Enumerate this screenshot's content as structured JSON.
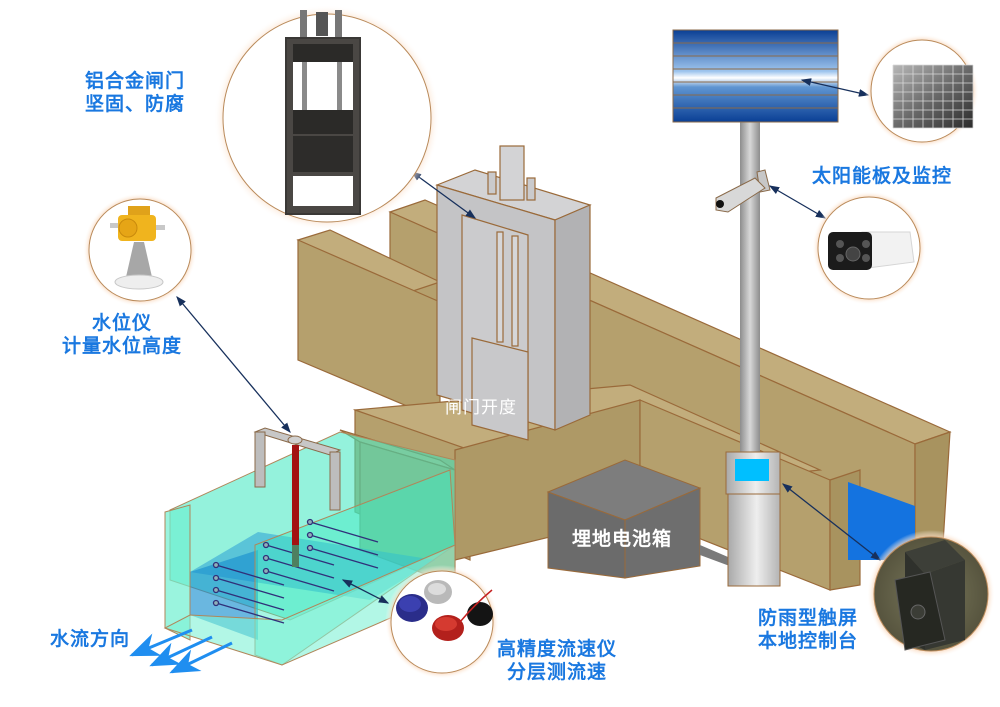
{
  "title": "闸门水位流速监测系统示意图",
  "colors": {
    "label_blue": "#1a78e0",
    "wall_tan": "#b5a06d",
    "wall_edge": "#9a6a3a",
    "water_cyan": "#3de8c0",
    "water_blue": "#2a9fd6",
    "gate_gray": "#c4c4c6",
    "battery_gray": "#6e6e6e",
    "screen_cyan": "#00bfff",
    "outflow_blue": "#1473e0",
    "callout_ring": "#f2b98a",
    "arrow_navy": "#17305c"
  },
  "callouts": {
    "gate": {
      "line1": "铝合金闸门",
      "line2": "坚固、防腐",
      "icon": "sluice-gate-photo"
    },
    "water_level": {
      "line1": "水位仪",
      "line2": "计量水位高度",
      "icon": "radar-level-gauge-photo"
    },
    "solar": {
      "line1": "太阳能板及监控",
      "icon_panel": "solar-panel-photo",
      "icon_camera": "security-camera-photo"
    },
    "velocity": {
      "line1": "高精度流速仪",
      "line2": "分层测流速",
      "icon": "ultrasonic-sensors-photo"
    },
    "console": {
      "line1": "防雨型触屏",
      "line2": "本地控制台",
      "icon": "rugged-control-box-photo"
    }
  },
  "inline_labels": {
    "gate_opening": "闸门开度",
    "battery_box": "埋地电池箱",
    "flow_direction": "水流方向"
  }
}
